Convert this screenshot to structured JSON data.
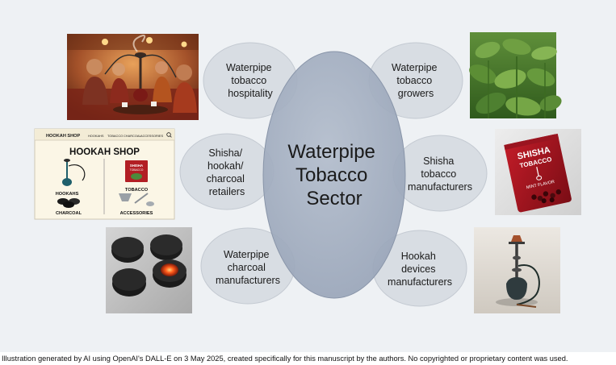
{
  "hub": {
    "lines": [
      "Waterpipe",
      "Tobacco",
      "Sector"
    ]
  },
  "nodes": {
    "hospitality": {
      "lines": [
        "Waterpipe",
        "tobacco",
        "hospitality"
      ]
    },
    "growers": {
      "lines": [
        "Waterpipe",
        "tobacco",
        "growers"
      ]
    },
    "retailers": {
      "lines": [
        "Shisha/",
        "hookah/",
        "charcoal",
        "retailers"
      ]
    },
    "manufacturers": {
      "lines": [
        "Shisha",
        "tobacco",
        "manufacturers"
      ]
    },
    "charcoal": {
      "lines": [
        "Waterpipe",
        "charcoal",
        "manufacturers"
      ]
    },
    "devices": {
      "lines": [
        "Hookah",
        "devices",
        "manufacturers"
      ]
    }
  },
  "shop": {
    "header_brand": "HOOKAH SHOP",
    "nav": [
      "HOOKAHS",
      "TOBACCO",
      "CHARCOAL",
      "ACCESSORIES"
    ],
    "title": "HOOKAH SHOP",
    "labels": {
      "hookahs": "HOOKAHS",
      "tobacco": "TOBACCO",
      "charcoal": "CHARCOAL",
      "accessories": "ACCESSORIES"
    },
    "pack_text": [
      "SHISHA",
      "TOBACCO"
    ]
  },
  "pack": {
    "title_lines": [
      "SHISHA",
      "TOBACCO"
    ],
    "flavor": "MINT FLAVOR"
  },
  "caption": "Illustration generated by AI using OpenAI's DALL-E on 3 May 2025, created specifically for this manuscript by the authors. No copyrighted or proprietary content was used.",
  "colors": {
    "background": "#eef1f4",
    "node_fill": "#d8dde3",
    "hub_fill": "#a7b2c4",
    "text": "#1a1a1a"
  }
}
